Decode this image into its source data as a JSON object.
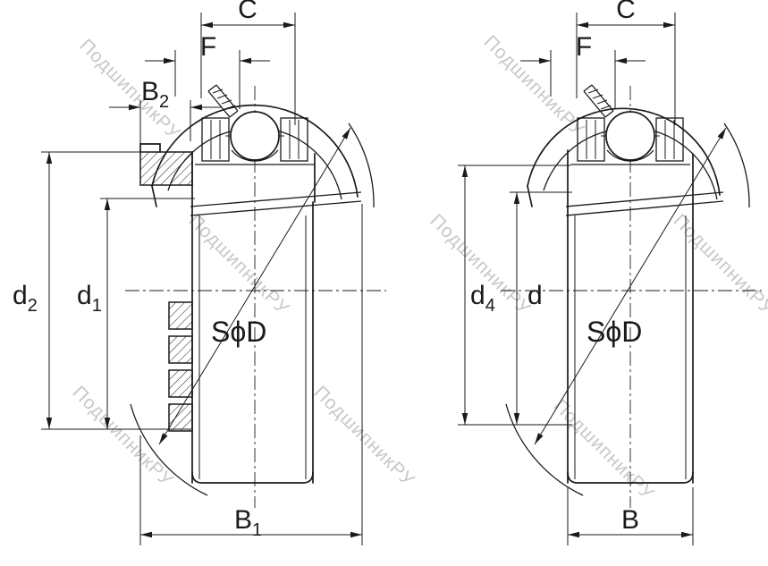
{
  "watermark": {
    "text": "ПодшипникРУ"
  },
  "colors": {
    "line": "#1a1a1a",
    "watermark": "#c8c8c8",
    "background": "#ffffff"
  },
  "figures": {
    "left": {
      "dim_c": "C",
      "dim_f": "F",
      "dim_b2": {
        "base": "B",
        "sub": "2"
      },
      "dim_d2": {
        "base": "d",
        "sub": "2"
      },
      "dim_d1": {
        "base": "d",
        "sub": "1"
      },
      "dim_sphere": "SϕD",
      "dim_b1": {
        "base": "B",
        "sub": "1"
      }
    },
    "right": {
      "dim_c": "C",
      "dim_f": "F",
      "dim_d4": {
        "base": "d",
        "sub": "4"
      },
      "dim_d": "d",
      "dim_sphere": "SϕD",
      "dim_b": "B"
    }
  }
}
